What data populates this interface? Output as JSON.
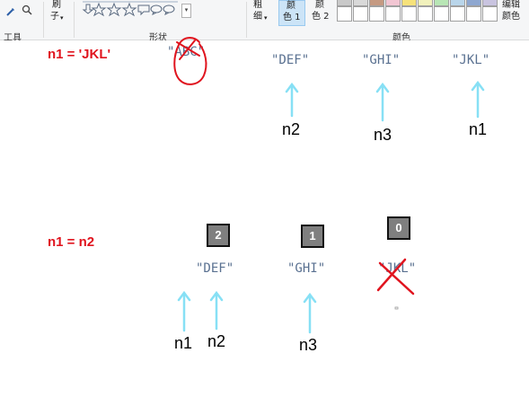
{
  "ribbon": {
    "tools_label": "工具",
    "shapes_label": "形状",
    "colors_label": "颜色",
    "brush_label_1": "刷",
    "brush_label_2": "子",
    "outline_label_1": "粗",
    "outline_label_2": "细",
    "color1_label_1": "颜",
    "color1_label_2": "色 1",
    "color2_label_1": "颜",
    "color2_label_2": "色 2",
    "edit_colors_label_1": "编辑",
    "edit_colors_label_2": "颜色",
    "palette": [
      "#c9c9c9",
      "#d9d9d9",
      "#c59a82",
      "#f2c6d3",
      "#f6e27a",
      "#f1f1bc",
      "#b8e6b5",
      "#b9d5ea",
      "#8ea7d0",
      "#c9c4e0"
    ],
    "color1_value": "#000000",
    "color2_value": "#ffffff"
  },
  "diagram1": {
    "label": "n1 = 'JKL'",
    "strings": [
      "\"ABC\"",
      "\"DEF\"",
      "\"GHI\"",
      "\"JKL\""
    ],
    "vars": [
      "n2",
      "n3",
      "n1"
    ]
  },
  "diagram2": {
    "label": "n1 = n2",
    "strings": [
      "\"DEF\"",
      "\"GHI\"",
      "\"JKL\""
    ],
    "counts": [
      "2",
      "1",
      "0"
    ],
    "vars": [
      "n1",
      "n2",
      "n3"
    ]
  },
  "colors": {
    "arrow": "#87e0f5",
    "annotation_red": "#e0141e",
    "string_text": "#5a7191"
  }
}
